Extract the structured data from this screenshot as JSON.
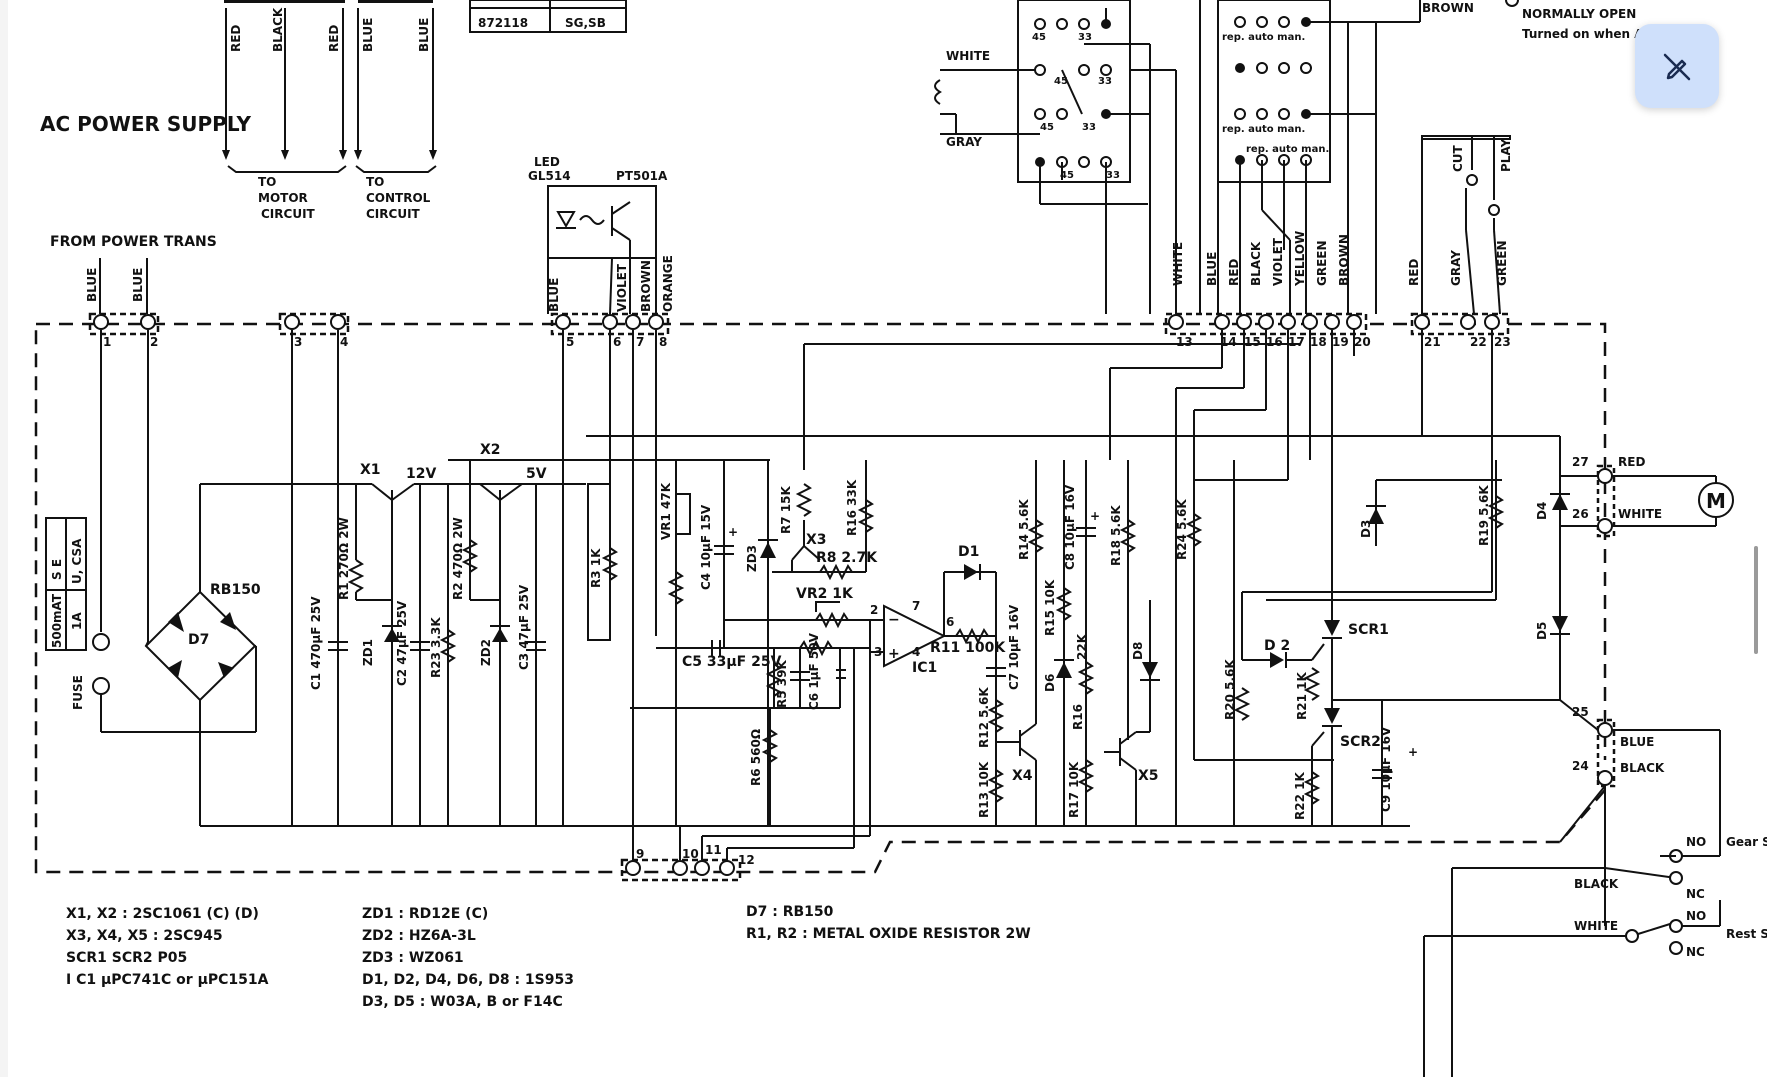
{
  "header": {
    "power_title": "AC POWER SUPPLY",
    "from_trans": "FROM POWER TRANS",
    "to_motor": [
      "TO",
      "MOTOR",
      "CIRCUIT"
    ],
    "to_control": [
      "TO",
      "CONTROL",
      "CIRCUIT"
    ],
    "part_table": [
      "872118",
      "SG,SB"
    ],
    "normally_open": [
      "NORMALLY OPEN",
      "Turned on when A"
    ],
    "brown_top": "BROWN"
  },
  "top_wires": [
    "RED",
    "BLACK",
    "RED",
    "BLUE",
    "BLUE"
  ],
  "selector": {
    "white": "WHITE",
    "gray": "GRAY",
    "row_labels": [
      "45",
      "33",
      "45",
      "33",
      "45",
      "33",
      "45",
      "33"
    ],
    "mode_label": "rep. auto man.",
    "cut": "CUT",
    "play": "PLAY"
  },
  "led": {
    "led_label": "LED",
    "led_part": "GL514",
    "pt": "PT501A"
  },
  "connector_wires": [
    "BLUE",
    "BLUE",
    "BLUE",
    "VIOLET",
    "BROWN",
    "ORANGE",
    "WHITE",
    "BLUE",
    "RED",
    "BLACK",
    "VIOLET",
    "YELLOW",
    "GREEN",
    "BROWN",
    "RED",
    "GRAY",
    "GREEN"
  ],
  "pins": [
    "1",
    "2",
    "3",
    "4",
    "5",
    "6",
    "7",
    "8",
    "13",
    "14",
    "15",
    "16",
    "17",
    "18",
    "19",
    "20",
    "21",
    "22",
    "23",
    "27",
    "26",
    "25",
    "24",
    "9",
    "10",
    "11",
    "12"
  ],
  "components": {
    "fuse": "FUSE",
    "fuse_box": [
      "500mAT",
      "1A",
      "S E",
      "U, CSA"
    ],
    "rb150": "RB150",
    "d7": "D7",
    "x1": "X1",
    "x2": "X2",
    "v12": "12V",
    "v5": "5V",
    "c1": "C1 470μF 25V",
    "r1": "R1 270Ω 2W",
    "zd1": "ZD1",
    "c2": "C2 47μF 25V",
    "r23": "R23 3.3K",
    "r2": "R2 470Ω 2W",
    "zd2": "ZD2",
    "c3": "C3 47μF 25V",
    "r3": "R3 1K",
    "vr1": "VR1 47K",
    "c4": "C4 10μF 15V",
    "zd3": "ZD3",
    "r7": "R7 15K",
    "x3": "X3",
    "r16a": "R16 33K",
    "r8": "R8 2.7K",
    "vr2": "VR2 1K",
    "c5": "C5 33μF 25V",
    "r5": "R5 39K",
    "c6": "C6 1μF 50V",
    "r6": "R6 560Ω",
    "ic1": "IC1",
    "r11": "R11 100K",
    "d1": "D1",
    "c7": "C7 10μF 16V",
    "r12": "R12 5.6K",
    "r13": "R13 10K",
    "x4": "X4",
    "r14": "R14 5.6K",
    "r15": "R15 10K",
    "d6": "D6",
    "c8": "C8 10μF 16V",
    "r16": "R16",
    "k22": "22K",
    "r17": "R17 10K",
    "r18": "R18 5.6K",
    "d8": "D8",
    "x5": "X5",
    "r24": "R24 5.6K",
    "r20": "R20 5.6K",
    "d2": "D 2",
    "r21": "R21 1K",
    "scr1": "SCR1",
    "scr2": "SCR2",
    "r22": "R22 1K",
    "c9": "C9 10μF 16V",
    "d3": "D3",
    "r19": "R19 5.6K",
    "d4": "D4",
    "d5": "D5",
    "motor": "M"
  },
  "right_side": {
    "red": "RED",
    "white": "WHITE",
    "blue": "BLUE",
    "black": "BLACK",
    "sw_black": "BLACK",
    "sw_white": "WHITE",
    "no1": "NO",
    "nc1": "NC",
    "no2": "NO",
    "nc2": "NC",
    "gear_sw": "Gear S",
    "rest_sw": "Rest S"
  },
  "legend": {
    "col1": [
      "X1, X2  : 2SC1061 (C) (D)",
      "X3, X4, X5 : 2SC945",
      "SCR1  SCR2    P05",
      "I C1 μPC741C or μPC151A"
    ],
    "col2": [
      "ZD1  :  RD12E  (C)",
      "ZD2  :  HZ6A-3L",
      "ZD3  :  WZ061",
      "D1, D2, D4, D6, D8  :  1S953",
      "D3, D5  :  W03A, B or F14C"
    ],
    "col3": [
      "D7 : RB150",
      "R1, R2 : METAL OXIDE RESISTOR 2W"
    ]
  },
  "fab": {
    "icon": "pen-slash-icon",
    "color": "#cfe0fb"
  }
}
